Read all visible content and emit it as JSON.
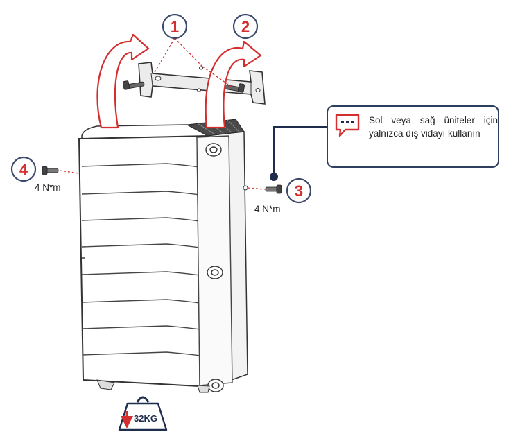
{
  "steps": [
    {
      "number": "1",
      "color": "#d32f2f"
    },
    {
      "number": "2",
      "color": "#d32f2f"
    },
    {
      "number": "3",
      "color": "#d32f2f"
    },
    {
      "number": "4",
      "color": "#d32f2f"
    }
  ],
  "torque": {
    "left": "4 N*m",
    "right": "4 N*m"
  },
  "callout": {
    "text": "Sol veya sağ üniteler için yalnızca dış vidayı kullanın",
    "icon": "speech-bubble-icon"
  },
  "weight": {
    "label": "32KG",
    "icon": "weight-icon"
  },
  "colors": {
    "accent": "#d32f2f",
    "circle_border": "#3b4a6b",
    "navy": "#1f2d4d",
    "outline": "#333333"
  }
}
